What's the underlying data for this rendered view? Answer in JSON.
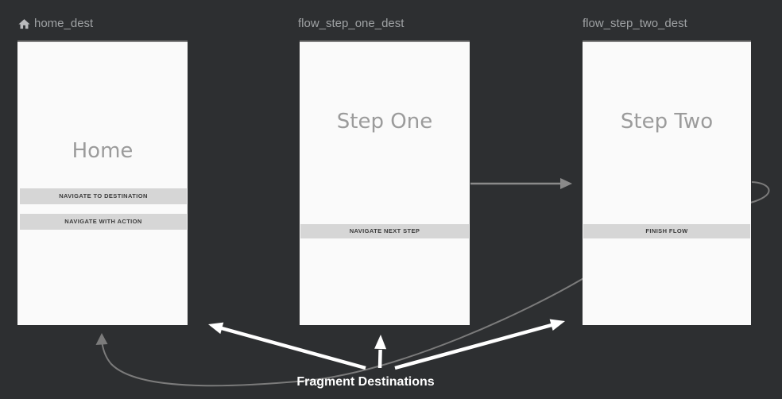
{
  "editor": {
    "background": "#2d2f31",
    "annotation": {
      "label": "Fragment Destinations"
    },
    "destinations": [
      {
        "id": "home_dest",
        "label": "home_dest",
        "icon": "home-icon",
        "screen_title": "Home",
        "buttons": [
          "NAVIGATE TO DESTINATION",
          "NAVIGATE WITH ACTION"
        ]
      },
      {
        "id": "flow_step_one_dest",
        "label": "flow_step_one_dest",
        "screen_title": "Step One",
        "buttons": [
          "NAVIGATE NEXT STEP"
        ]
      },
      {
        "id": "flow_step_two_dest",
        "label": "flow_step_two_dest",
        "screen_title": "Step Two",
        "buttons": [
          "FINISH FLOW"
        ]
      }
    ],
    "actions": [
      {
        "from": "flow_step_one_dest",
        "to": "flow_step_two_dest"
      },
      {
        "from": "flow_step_two_dest",
        "to": "home_dest"
      }
    ],
    "colors": {
      "card_bg": "#fafafa",
      "card_top_border": "#7f7f7f",
      "screen_title": "#9b9b9b",
      "button_bg": "#d6d6d6",
      "button_text": "#3b3b3b",
      "label_text": "#9fa2a4",
      "action_arrow": "#858585",
      "annotation_arrow": "#ffffff"
    }
  }
}
